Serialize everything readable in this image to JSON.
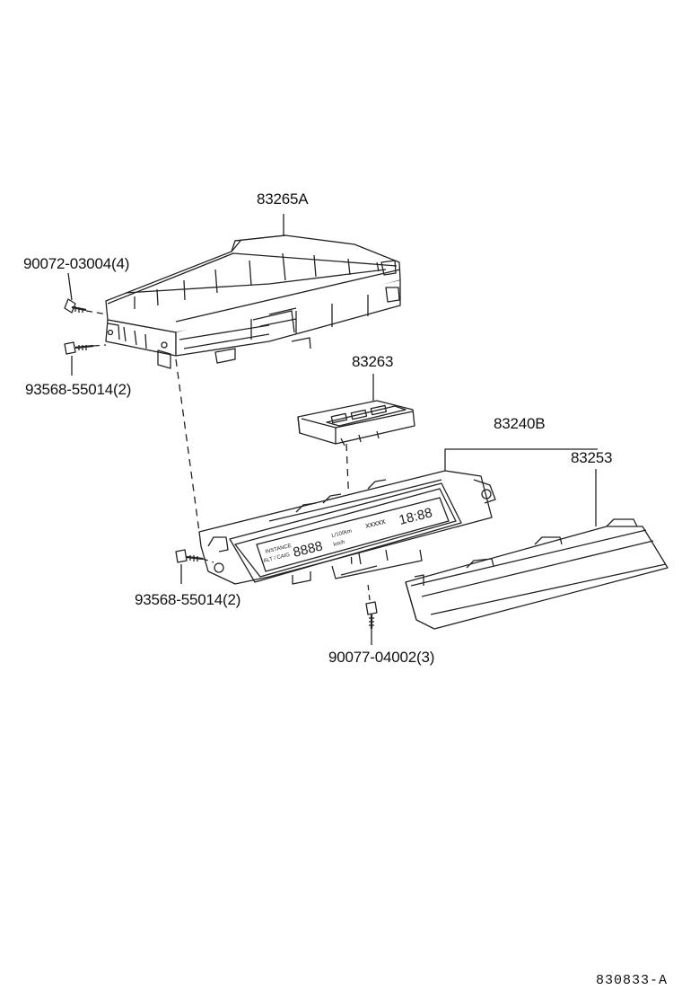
{
  "parts": [
    {
      "id": "p1",
      "part_no": "83265A"
    },
    {
      "id": "p2",
      "part_no": "90072-03004(4)"
    },
    {
      "id": "p3",
      "part_no": "93568-55014(2)"
    },
    {
      "id": "p4",
      "part_no": "83263"
    },
    {
      "id": "p5",
      "part_no": "83240B"
    },
    {
      "id": "p6",
      "part_no": "83253"
    },
    {
      "id": "p7",
      "part_no": "93568-55014(2)"
    },
    {
      "id": "p8",
      "part_no": "90077-04002(3)"
    }
  ],
  "diagram_code": "830833-A"
}
